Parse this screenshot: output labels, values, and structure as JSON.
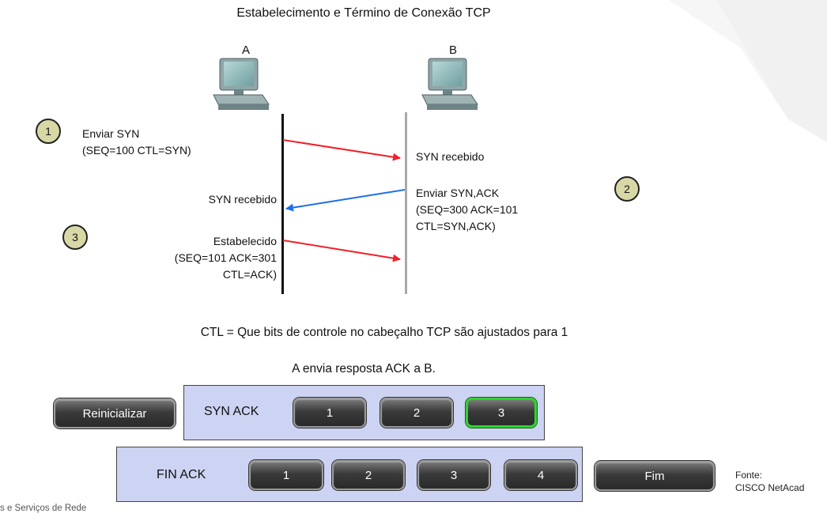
{
  "title": "Estabelecimento e Término de Conexão TCP",
  "hosts": {
    "a": "A",
    "b": "B"
  },
  "steps": [
    "1",
    "2",
    "3"
  ],
  "messages": {
    "a_send_syn": [
      "Enviar SYN",
      "(SEQ=100 CTL=SYN)"
    ],
    "b_syn_received": "SYN recebido",
    "b_send_synack": [
      "Enviar SYN,ACK",
      "(SEQ=300 ACK=101",
      "CTL=SYN,ACK)"
    ],
    "a_syn_received": "SYN recebido",
    "a_established": [
      "Estabelecido",
      "(SEQ=101 ACK=301",
      "CTL=ACK)"
    ]
  },
  "ctl_note": "CTL = Que bits de controle no cabeçalho TCP são ajustados para 1",
  "status": "A envia resposta ACK a B.",
  "controls": {
    "reset_label": "Reinicializar",
    "syn_panel_label": "SYN ACK",
    "syn_buttons": [
      "1",
      "2",
      "3"
    ],
    "syn_active": "3",
    "fin_panel_label": "FIN ACK",
    "fin_buttons": [
      "1",
      "2",
      "3",
      "4"
    ],
    "end_label": "Fim"
  },
  "source": [
    "Fonte:",
    "CISCO NetAcad"
  ],
  "footer": "s e Serviços de Rede",
  "colors": {
    "forward_arrow": "#f0202a",
    "reply_arrow": "#1e6fe8",
    "active_border": "#2ed52e",
    "panel_bg": "#ccd3f3"
  },
  "icons": [
    "computer-icon"
  ]
}
